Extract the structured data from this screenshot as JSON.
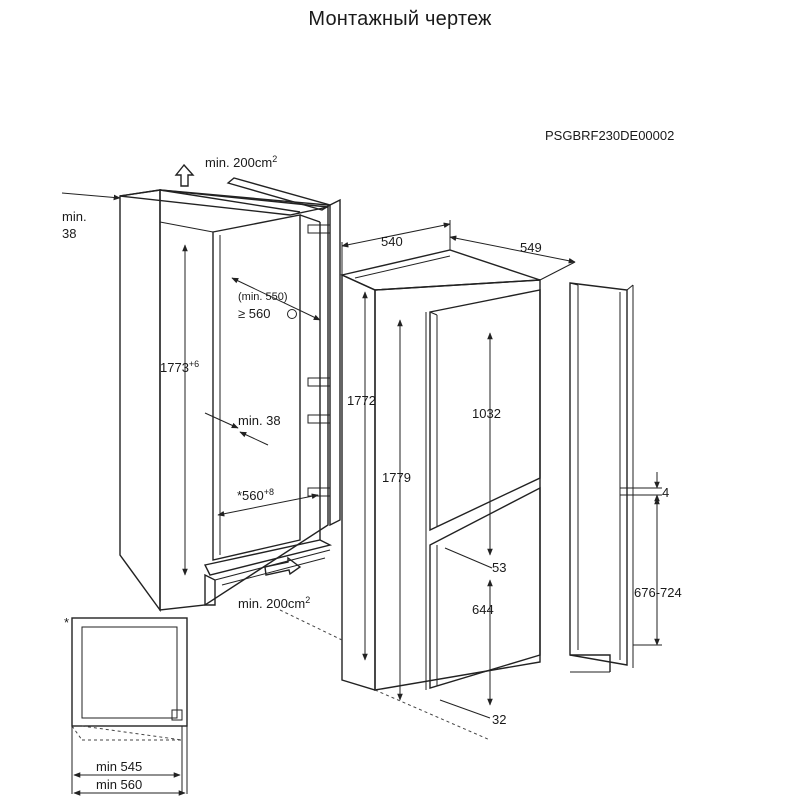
{
  "title": "Монтажный чертеж",
  "model_code": "PSGBRF230DE00002",
  "niche": {
    "vent_top": "min. 200cm",
    "vent_top_sup": "2",
    "side_gap_label": "min.",
    "side_gap_value": "38",
    "height": "1773",
    "height_sup": "+6",
    "depth_min_label": "(min. 550)",
    "depth_value": "≥ 560",
    "inner_gap": "min. 38",
    "width": "*560",
    "width_sup": "+8",
    "vent_bottom": "min. 200cm",
    "vent_bottom_sup": "2"
  },
  "appliance": {
    "width": "540",
    "depth": "549",
    "body_height": "1772",
    "total_height": "1779",
    "fridge_door": "1032",
    "door_gap": "53",
    "freezer_door": "644",
    "bottom_gap": "32"
  },
  "door_panel": {
    "gap": "4",
    "height_range": "676-724"
  },
  "top_view": {
    "asterisk": "*",
    "min_depth_1": "min 545",
    "min_depth_2": "min 560"
  }
}
